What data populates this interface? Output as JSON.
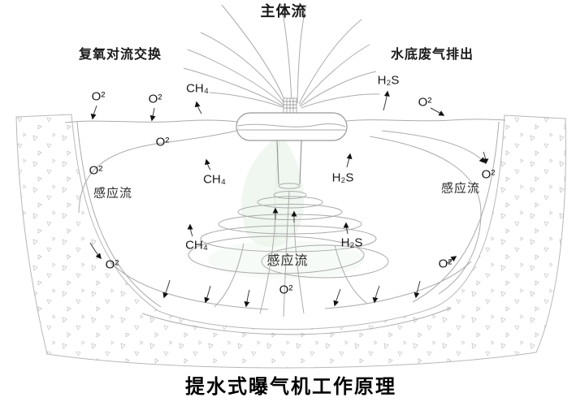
{
  "caption": "提水式曝气机工作原理",
  "labels": {
    "main_flow": "主体流",
    "reoxygenation_exchange": "复氧对流交换",
    "waste_gas_discharge": "水底废气排出",
    "induced_flow": "感应流",
    "o2": "O²",
    "ch4": "CH₄",
    "h2s": "H₂S"
  },
  "colors": {
    "diagram_line": "#ababab",
    "text": "#1a1a1a",
    "arrow": "#111111",
    "watermark_green": "#e2f0e2",
    "background": "#ffffff"
  }
}
